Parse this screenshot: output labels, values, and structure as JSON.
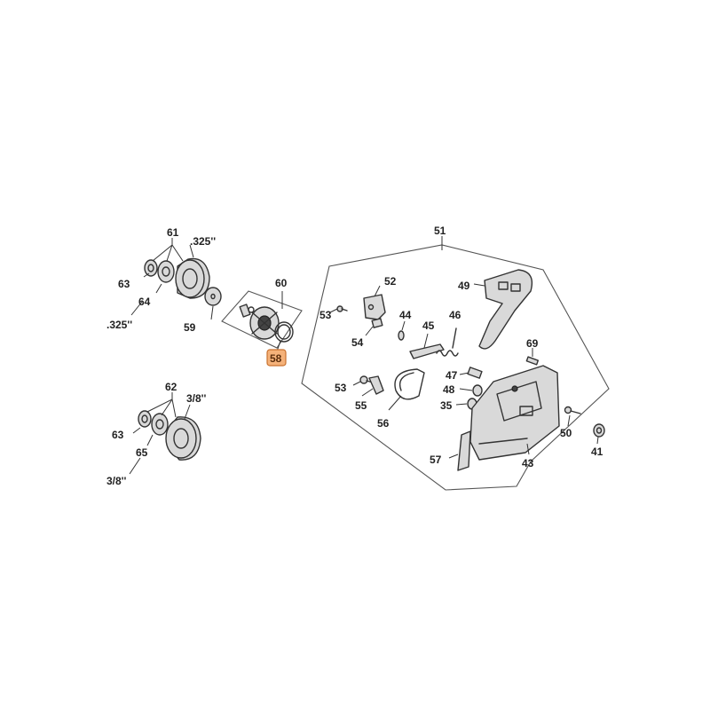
{
  "callouts": {
    "c61": "61",
    "c325a": ".325''",
    "c63a": "63",
    "c64": "64",
    "c325b": ".325''",
    "c59": "59",
    "c60": "60",
    "c58": "58",
    "c62": "62",
    "c38a": "3/8''",
    "c63b": "63",
    "c65": "65",
    "c38b": "3/8''",
    "c51": "51",
    "c52": "52",
    "c49": "49",
    "c53a": "53",
    "c44": "44",
    "c45": "45",
    "c46": "46",
    "c54": "54",
    "c69": "69",
    "c47": "47",
    "c48": "48",
    "c53b": "53",
    "c55": "55",
    "c35": "35",
    "c56": "56",
    "c50": "50",
    "c57": "57",
    "c43": "43",
    "c41": "41"
  },
  "highlight": {
    "callout": "58",
    "color": "#f5b27a",
    "border": "#c9712e"
  },
  "colors": {
    "line": "#333333",
    "fill": "#d9d9d9",
    "background": "#ffffff"
  }
}
